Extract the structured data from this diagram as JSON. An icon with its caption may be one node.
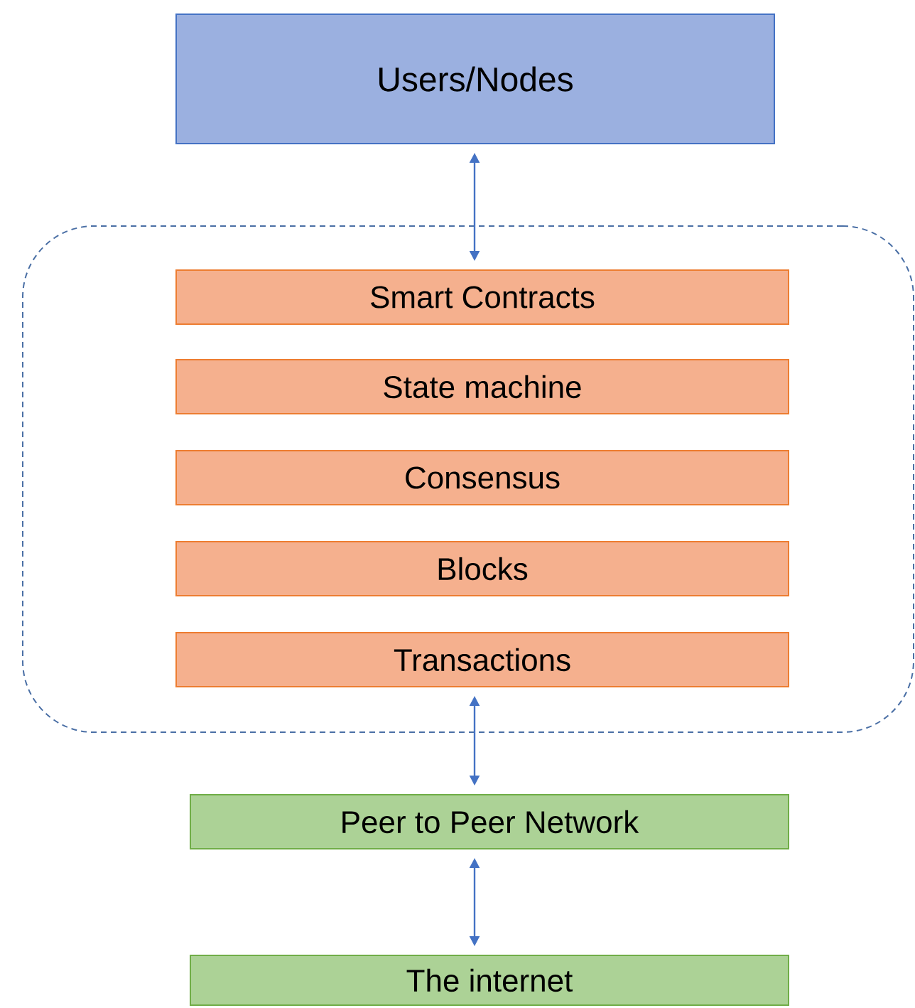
{
  "diagram": {
    "nodes": [
      {
        "text": [
          "Users/Nodes"
        ]
      },
      {
        "text": [],
        "shape": "box"
      },
      {
        "text": [
          "Smart Contracts"
        ],
        "in": 1
      },
      {
        "text": [
          "State machine"
        ],
        "in": 1
      },
      {
        "text": [
          "Consensus"
        ],
        "in": 1
      },
      {
        "text": [
          "Blocks"
        ],
        "in": 1
      },
      {
        "text": [
          "Transactions"
        ],
        "in": 1
      },
      {
        "text": [
          "Peer to Peer Network"
        ]
      },
      {
        "text": [
          "The internet"
        ]
      }
    ],
    "edges": [
      {
        "from": 0,
        "to": 2,
        "arrow": "both"
      },
      {
        "from": 6,
        "to": 7,
        "arrow": "both"
      },
      {
        "from": 7,
        "to": 8,
        "arrow": "both"
      }
    ]
  }
}
